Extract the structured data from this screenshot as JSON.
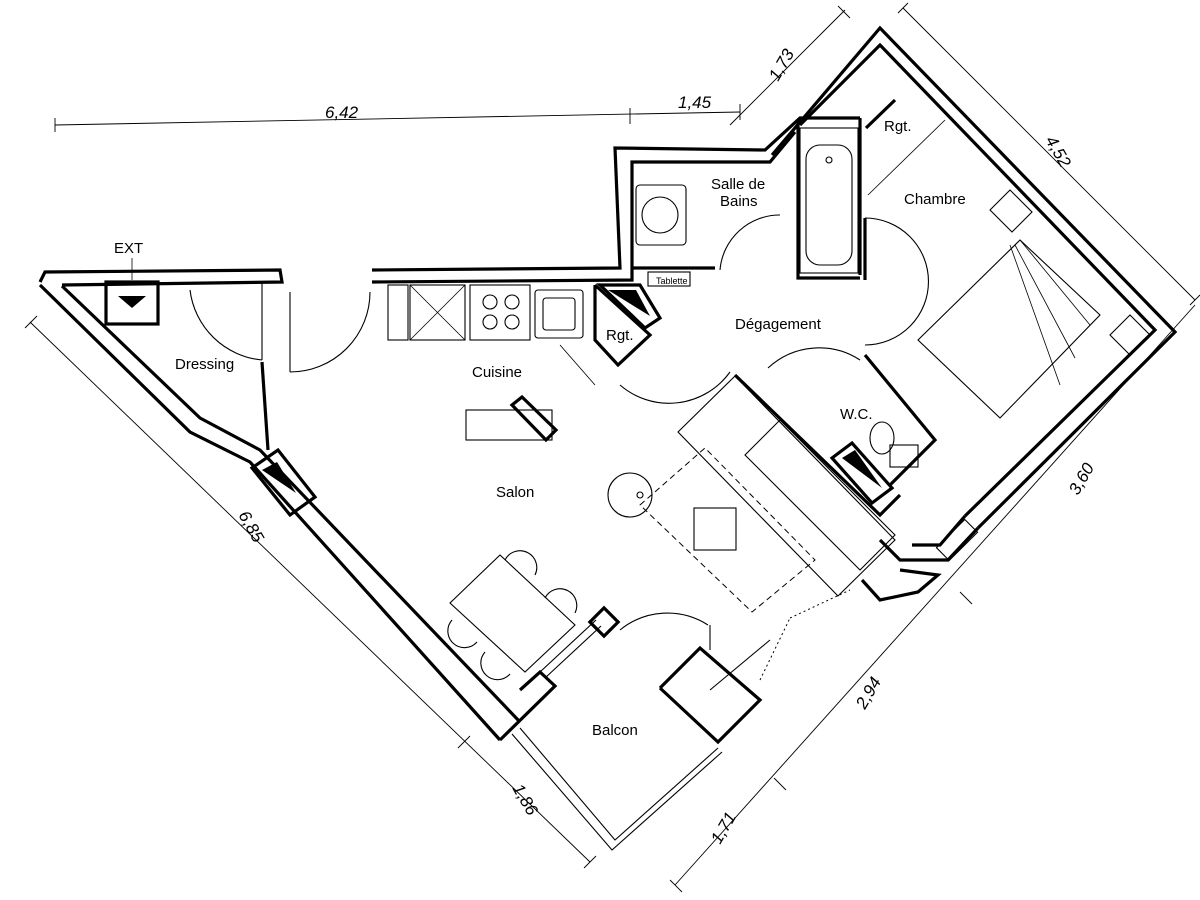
{
  "rooms": {
    "ext": "EXT",
    "dressing": "Dressing",
    "cuisine": "Cuisine",
    "rgt_kitchen": "Rgt.",
    "salle_de_bains_1": "Salle de",
    "salle_de_bains_2": "Bains",
    "tablette": "Tablette",
    "rgt_bedroom": "Rgt.",
    "chambre": "Chambre",
    "degagement": "Dégagement",
    "wc": "W.C.",
    "salon": "Salon",
    "balcon": "Balcon"
  },
  "dimensions": {
    "top_left": "6,42",
    "top_mid": "1,45",
    "top_right": "1,73",
    "right_upper": "4,52",
    "right_lower": "3,60",
    "left": "6,85",
    "bottom_left": "1,86",
    "bottom_mid": "2,94",
    "bottom_right": "1,71"
  }
}
